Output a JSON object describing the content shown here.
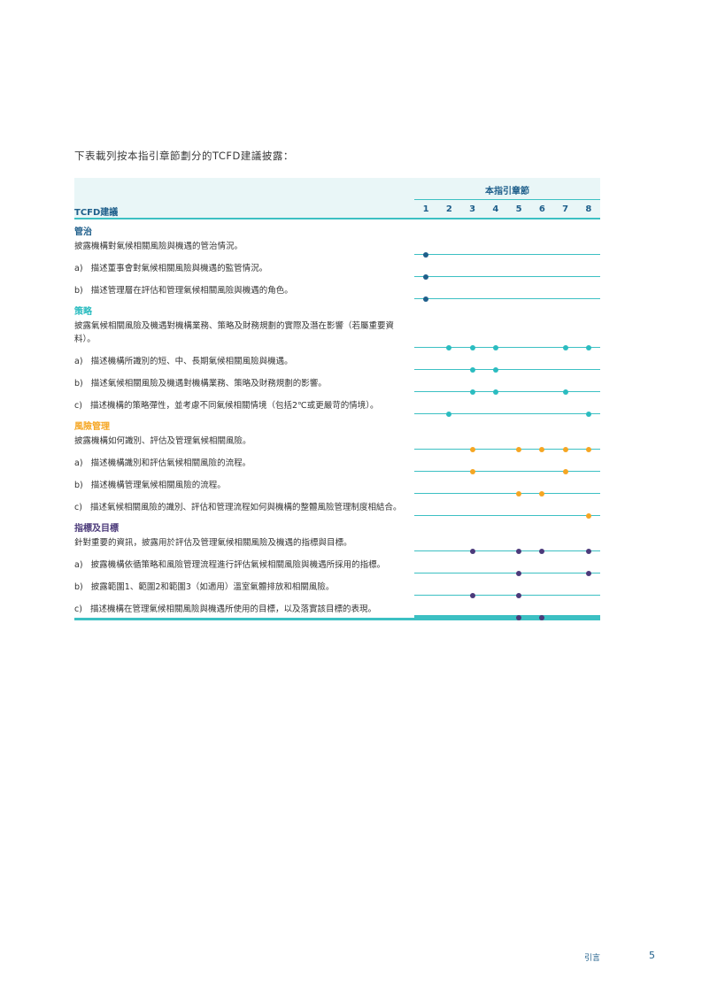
{
  "intro": "下表載列按本指引章節劃分的TCFD建議披露：",
  "header": {
    "chapters_title": "本指引章節",
    "rec_label": "TCFD建議",
    "columns": [
      "1",
      "2",
      "3",
      "4",
      "5",
      "6",
      "7",
      "8"
    ]
  },
  "sections": [
    {
      "title": "管治",
      "color": "#1f5f8b",
      "rows": [
        {
          "text": "披露機構對氣候相關風險與機遇的管治情況。",
          "sub": false,
          "marks": [
            1
          ]
        },
        {
          "text": "a)   描述董事會對氣候相關風險與機遇的監管情況。",
          "sub": true,
          "marks": [
            1
          ]
        },
        {
          "text": "b)   描述管理層在評估和管理氣候相關風險與機遇的角色。",
          "sub": true,
          "marks": [
            1
          ]
        }
      ]
    },
    {
      "title": "策略",
      "color": "#2bbcc0",
      "rows": [
        {
          "text": "披露氣候相關風險及機遇對機構業務、策略及財務規劃的實際及潛在影響（若屬重要資料）。",
          "sub": false,
          "marks": [
            2,
            3,
            4,
            7,
            8
          ]
        },
        {
          "text": "a)   描述機構所識別的短、中、長期氣候相關風險與機遇。",
          "sub": true,
          "marks": [
            3,
            4
          ]
        },
        {
          "text": "b)   描述氣候相關風險及機遇對機構業務、策略及財務規劃的影響。",
          "sub": true,
          "marks": [
            3,
            4,
            7
          ]
        },
        {
          "text": "c)   描述機構的策略彈性，並考慮不同氣候相關情境（包括2℃或更嚴苛的情境）。",
          "sub": true,
          "marks": [
            2,
            8
          ]
        }
      ]
    },
    {
      "title": "風險管理",
      "color": "#f5a623",
      "rows": [
        {
          "text": "披露機構如何識別、評估及管理氣候相關風險。",
          "sub": false,
          "marks": [
            3,
            5,
            6,
            7,
            8
          ]
        },
        {
          "text": "a)   描述機構識別和評估氣候相關風險的流程。",
          "sub": true,
          "marks": [
            3,
            7
          ]
        },
        {
          "text": "b)   描述機構管理氣候相關風險的流程。",
          "sub": true,
          "marks": [
            5,
            6
          ]
        },
        {
          "text": "c)   描述氣候相關風險的識別、評估和管理流程如何與機構的整體風險管理制度相結合。",
          "sub": true,
          "marks": [
            8
          ]
        }
      ]
    },
    {
      "title": "指標及目標",
      "color": "#4b3a7a",
      "rows": [
        {
          "text": "針對重要的資訊，披露用於評估及管理氣候相關風險及機遇的指標與目標。",
          "sub": false,
          "marks": [
            3,
            5,
            6,
            8
          ]
        },
        {
          "text": "a)   披露機構依循策略和風險管理流程進行評估氣候相關風險與機遇所採用的指標。",
          "sub": true,
          "marks": [
            5,
            8
          ]
        },
        {
          "text": "b)   披露範圍1、範圍2和範圍3（如適用）溫室氣體排放和相關風險。",
          "sub": true,
          "marks": [
            3,
            5
          ]
        },
        {
          "text": "c)   描述機構在管理氣候相關風險與機遇所使用的目標，以及落實該目標的表現。",
          "sub": true,
          "marks": [
            5,
            6
          ]
        }
      ]
    }
  ],
  "footer": {
    "section_label": "引言",
    "page_number": "5"
  }
}
